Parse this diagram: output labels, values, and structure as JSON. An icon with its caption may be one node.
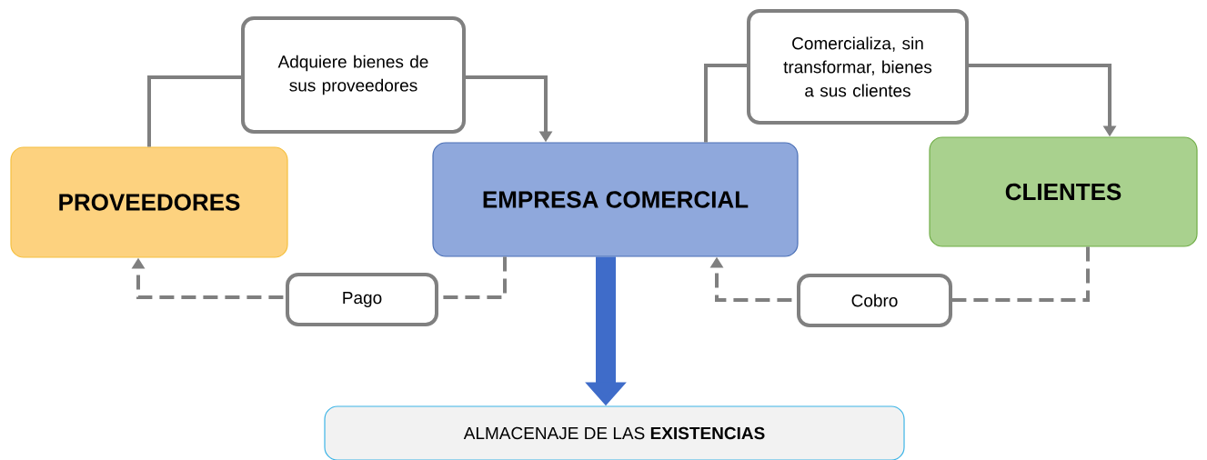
{
  "diagram": {
    "nodes": [
      {
        "text": [
          "PROVEEDORES"
        ]
      },
      {
        "text": [
          "EMPRESA COMERCIAL"
        ]
      },
      {
        "text": [
          "CLIENTES"
        ]
      },
      {
        "text": [
          "ALMACENAJE DE LAS **EXISTENCIAS**"
        ]
      }
    ],
    "edges": [
      {
        "from": 0,
        "to": 1,
        "arrow": "to",
        "label": "Adquiere bienes de sus proveedores"
      },
      {
        "from": 1,
        "to": 2,
        "arrow": "to",
        "label": "Comercializa, sin transformar, bienes a sus clientes"
      },
      {
        "from": 1,
        "to": 0,
        "arrow": "to",
        "label": "Pago",
        "style": "dashed"
      },
      {
        "from": 2,
        "to": 1,
        "arrow": "to",
        "label": "Cobro",
        "style": "dashed"
      },
      {
        "from": 1,
        "to": 3,
        "arrow": "to",
        "style": "thick",
        "color": "#3f6cc9"
      }
    ]
  }
}
